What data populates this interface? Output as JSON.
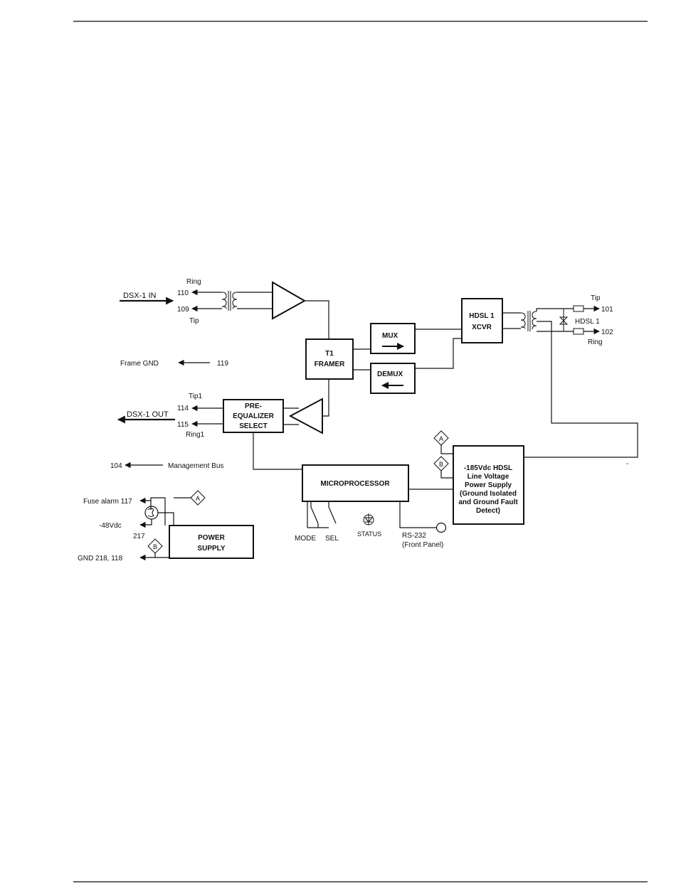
{
  "diagram": {
    "blocks": {
      "t1_framer": [
        "T1",
        "FRAMER"
      ],
      "mux": "MUX",
      "demux": "DEMUX",
      "hdsl_xcvr": [
        "HDSL 1",
        "XCVR"
      ],
      "pre_equalizer": [
        "PRE-",
        "EQUALIZER",
        "SELECT"
      ],
      "microprocessor": "MICROPROCESSOR",
      "line_power": [
        "-185Vdc HDSL",
        "Line Voltage",
        "Power Supply",
        "(Ground Isolated",
        "and Ground Fault",
        "Detect)"
      ],
      "power_supply": [
        "POWER",
        "SUPPLY"
      ]
    },
    "labels": {
      "dsx_in": "DSX-1 IN",
      "ring_top": "Ring",
      "pin_110": "110",
      "pin_109": "109",
      "tip_top": "Tip",
      "frame_gnd": "Frame GND",
      "pin_119": "119",
      "tip1": "Tip1",
      "pin_114": "114",
      "dsx_out": "DSX-1 OUT",
      "pin_115": "115",
      "ring1": "Ring1",
      "pin_104": "104",
      "mgmt_bus": "Management Bus",
      "fuse_alarm": "Fuse alarm 117",
      "minus48": "-48Vdc",
      "pin_217": "217",
      "gnd": "GND 218, 118",
      "hdsl_tip": "Tip",
      "pin_101": "101",
      "hdsl1": "HDSL 1",
      "pin_102": "102",
      "hdsl_ring": "Ring",
      "mode": "MODE",
      "sel": "SEL",
      "status": "STATUS",
      "rs232": "RS-232",
      "front_panel": "(Front Panel)",
      "marker_a": "A",
      "marker_b": "B",
      "dash": "-"
    }
  }
}
